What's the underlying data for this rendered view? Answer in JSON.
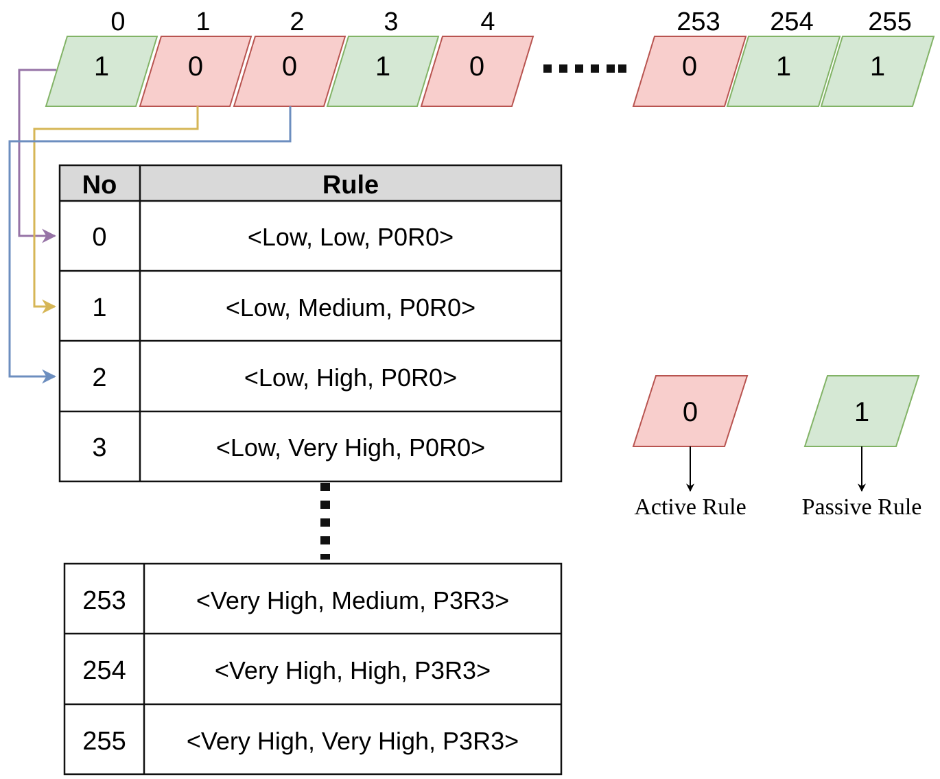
{
  "colors": {
    "active_fill": "#f8cecc",
    "active_stroke": "#b85450",
    "passive_fill": "#d5e8d4",
    "passive_stroke": "#82b366",
    "header_fill": "#d9d9d9",
    "arrow_bit0": "#9673a6",
    "arrow_bit1": "#d6b656",
    "arrow_bit2": "#6c8ebf"
  },
  "bit_array": {
    "cells": [
      {
        "index": "0",
        "value": "1"
      },
      {
        "index": "1",
        "value": "0"
      },
      {
        "index": "2",
        "value": "0"
      },
      {
        "index": "3",
        "value": "1"
      },
      {
        "index": "4",
        "value": "0"
      },
      {
        "index": "253",
        "value": "0"
      },
      {
        "index": "254",
        "value": "1"
      },
      {
        "index": "255",
        "value": "1"
      }
    ]
  },
  "rule_table": {
    "header": {
      "no": "No",
      "rule": "Rule"
    },
    "top_rows": [
      {
        "no": "0",
        "rule": "<Low, Low, P0R0>"
      },
      {
        "no": "1",
        "rule": "<Low, Medium, P0R0>"
      },
      {
        "no": "2",
        "rule": "<Low, High, P0R0>"
      },
      {
        "no": "3",
        "rule": "<Low, Very High, P0R0>"
      }
    ],
    "bottom_rows": [
      {
        "no": "253",
        "rule": "<Very High, Medium, P3R3>"
      },
      {
        "no": "254",
        "rule": "<Very High, High, P3R3>"
      },
      {
        "no": "255",
        "rule": "<Very High, Very High, P3R3>"
      }
    ]
  },
  "legend": {
    "active": {
      "value": "0",
      "label": "Active Rule"
    },
    "passive": {
      "value": "1",
      "label": "Passive Rule"
    }
  }
}
